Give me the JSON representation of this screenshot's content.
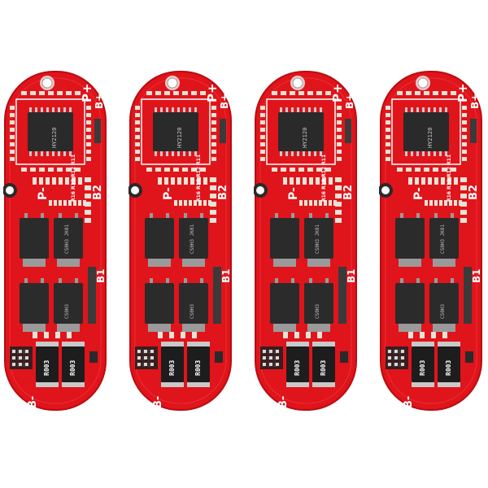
{
  "image": {
    "subject": "pcb-battery-protection-board",
    "count": 4,
    "colors": {
      "background": "#ffffff",
      "pcb": "#e0141b",
      "pcb_edge": "#b80d12",
      "silkscreen": "#ffffff",
      "chip": "#2a2a2a",
      "mosfet": "#2b2b2b",
      "mosfet_tab": "#9a9a9a",
      "smd": "#e8e3d6"
    }
  },
  "boards": [
    {
      "labels": {
        "p_plus": "P+",
        "b_plus": "B+",
        "p_minus": "P-",
        "b2": "B2",
        "b1": "B1",
        "b_minus": "B-"
      },
      "shunts": [
        "R003",
        "R003"
      ],
      "resistor_codes": "R16 R15 R12 R11",
      "mosfet_codes": [
        "CS0H3 JK01",
        "CS0H3"
      ],
      "chip_code": "HY2120"
    },
    {
      "labels": {
        "p_plus": "P+",
        "b_plus": "B+",
        "p_minus": "P-",
        "b2": "B2",
        "b1": "B1",
        "b_minus": "B-"
      },
      "shunts": [
        "R003",
        "R003"
      ],
      "resistor_codes": "R16 R15 R12 R11",
      "mosfet_codes": [
        "CS0H3 JK01",
        "CS0H3"
      ],
      "chip_code": "HY2120"
    },
    {
      "labels": {
        "p_plus": "P+",
        "b_plus": "B+",
        "p_minus": "P-",
        "b2": "B2",
        "b1": "B1",
        "b_minus": "B-"
      },
      "shunts": [
        "R003",
        "R003"
      ],
      "resistor_codes": "R16 R15 R12 R11",
      "mosfet_codes": [
        "CS0H3 JK01",
        "CS0H3"
      ],
      "chip_code": "HY2120"
    },
    {
      "labels": {
        "p_plus": "P+",
        "b_plus": "B+",
        "p_minus": "P-",
        "b2": "B2",
        "b1": "B1",
        "b_minus": "B-"
      },
      "shunts": [
        "R003",
        "R003"
      ],
      "resistor_codes": "R16 R15 R12 R11",
      "mosfet_codes": [
        "CS0H3 JK01",
        "CS0H3"
      ],
      "chip_code": "HY2120"
    }
  ]
}
